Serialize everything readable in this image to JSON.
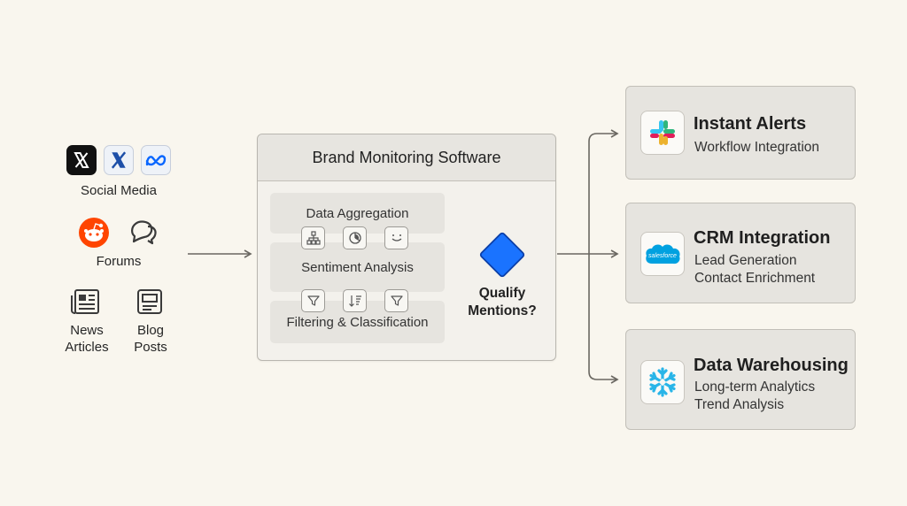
{
  "sources": {
    "social_label": "Social Media",
    "forums_label": "Forums",
    "news_label_line1": "News",
    "news_label_line2": "Articles",
    "blog_label_line1": "Blog",
    "blog_label_line2": "Posts",
    "icons": [
      "x-logo-icon",
      "x-logo-icon",
      "meta-logo-icon",
      "reddit-icon",
      "chat-bubble-icon",
      "newspaper-icon",
      "blog-post-icon"
    ]
  },
  "panel": {
    "title": "Brand Monitoring Software",
    "stages": [
      "Data Aggregation",
      "Sentiment Analysis",
      "Filtering & Classification"
    ],
    "stage_icons": [
      "hierarchy-icon",
      "pie-chart-icon",
      "smile-icon",
      "filter-icon",
      "sort-icon",
      "filter-icon"
    ]
  },
  "decision": {
    "line1": "Qualify",
    "line2": "Mentions?",
    "color": "#1a73ff"
  },
  "outputs": [
    {
      "title": "Instant Alerts",
      "lines": [
        "Workflow Integration"
      ],
      "icon": "slack-icon"
    },
    {
      "title": "CRM Integration",
      "lines": [
        "Lead Generation",
        "Contact Enrichment"
      ],
      "icon": "salesforce-icon",
      "logo_text": "salesforce"
    },
    {
      "title": "Data Warehousing",
      "lines": [
        "Long-term Analytics",
        "Trend Analysis"
      ],
      "icon": "snowflake-icon"
    }
  ],
  "colors": {
    "background": "#f9f6ee",
    "reddit": "#ff4500",
    "salesforce": "#00a1e0",
    "snowflake": "#29b5e8",
    "meta": "#0866ff"
  }
}
